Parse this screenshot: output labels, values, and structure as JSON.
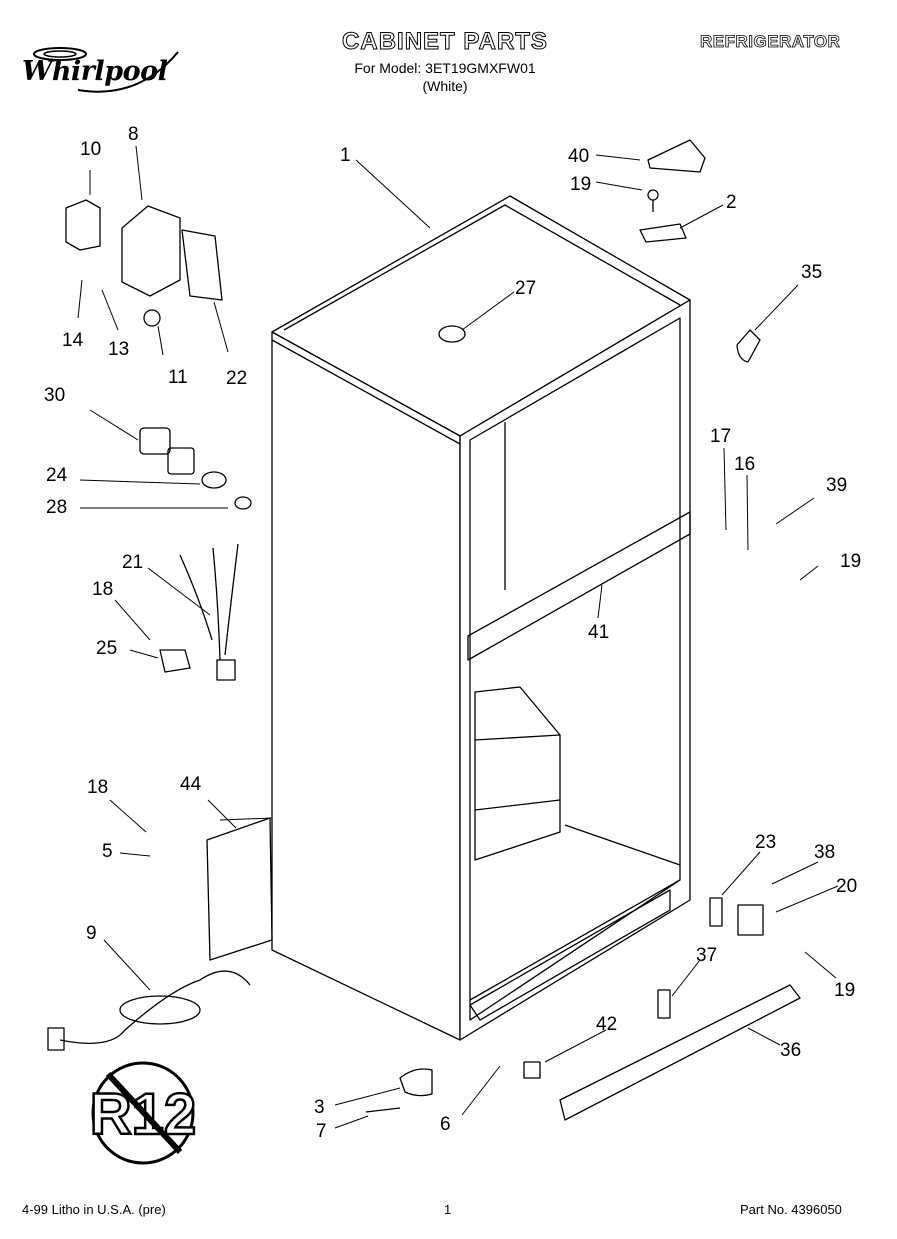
{
  "header": {
    "title": "CABINET PARTS",
    "model_line": "For Model: 3ET19GMXFW01",
    "color_line": "(White)",
    "category": "REFRIGERATOR",
    "logo_text": "Whirlpool"
  },
  "footer": {
    "left": "4-99 Litho in U.S.A. (pre)",
    "page": "1",
    "part_no": "Part No. 4396050"
  },
  "stamp_text": "R12",
  "callouts": [
    "1",
    "2",
    "3",
    "5",
    "6",
    "7",
    "8",
    "9",
    "10",
    "11",
    "13",
    "14",
    "17",
    "16",
    "18",
    "18",
    "19",
    "19",
    "19",
    "20",
    "21",
    "22",
    "23",
    "24",
    "25",
    "27",
    "28",
    "30",
    "35",
    "36",
    "37",
    "38",
    "39",
    "40",
    "41",
    "42",
    "44"
  ]
}
